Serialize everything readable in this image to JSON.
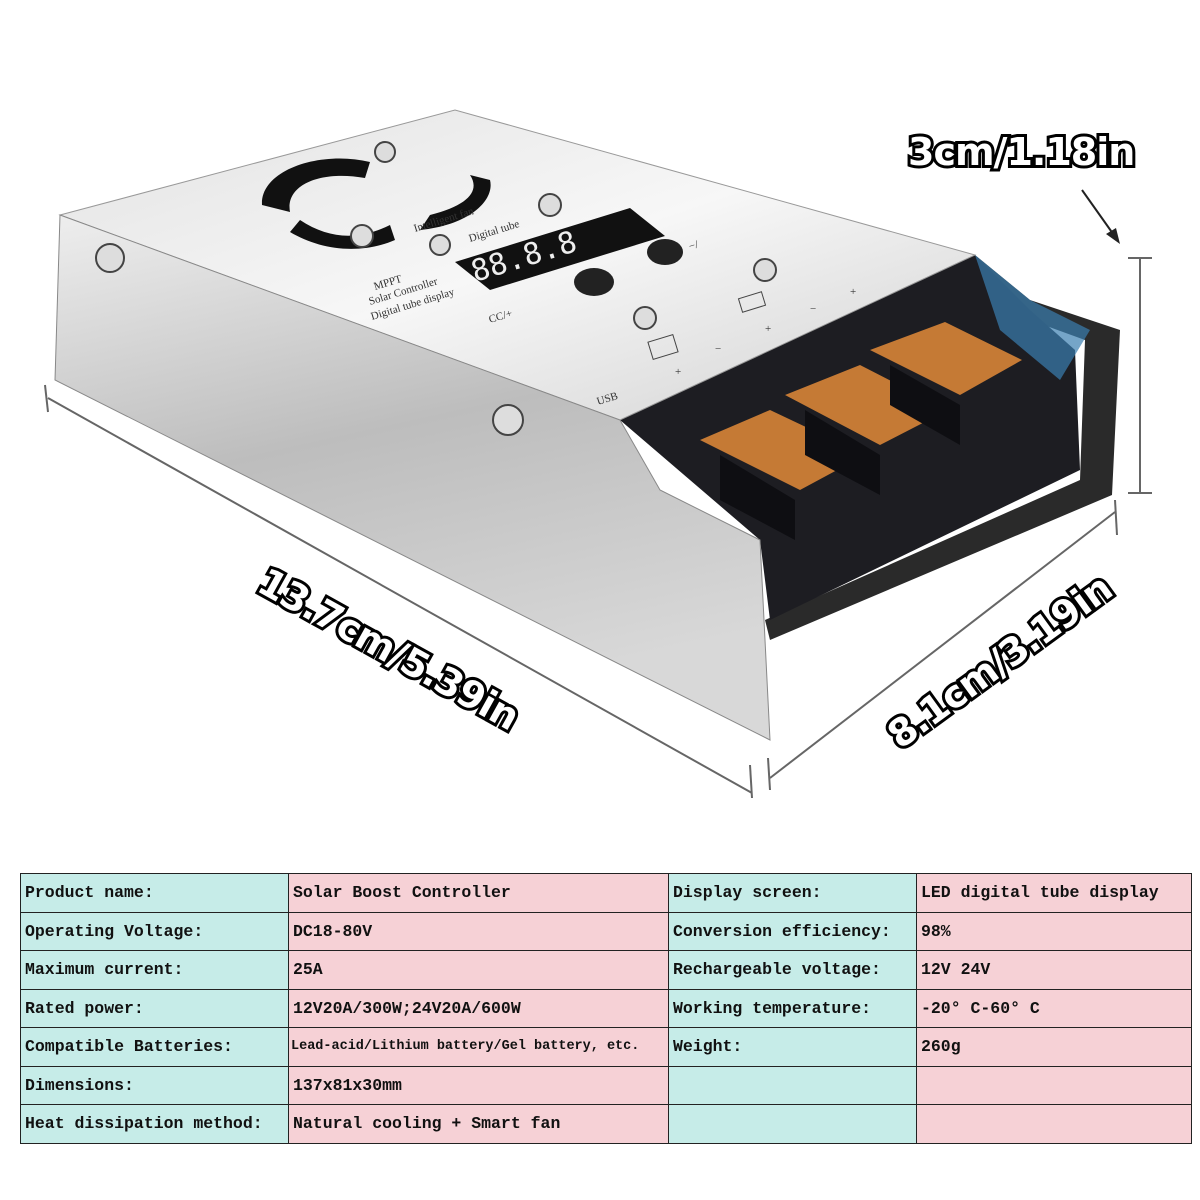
{
  "dimensions": {
    "height": "3cm/1.18in",
    "length": "13.7cm/5.39in",
    "width": "8.1cm/3.19in"
  },
  "device_labels": {
    "model": "MPPT",
    "name": "Solar Controller",
    "display": "Digital tube display",
    "fan": "Intelligent fan",
    "digital_tube": "Digital tube",
    "button_left": "CC/+",
    "button_right": "−/",
    "port": "USB",
    "digits": "88.8.8"
  },
  "specs": [
    {
      "label": "Product name:",
      "value": "Solar Boost Controller",
      "label2": "Display screen:",
      "value2": "LED digital tube display"
    },
    {
      "label": "Operating Voltage:",
      "value": "DC18-80V",
      "label2": "Conversion efficiency:",
      "value2": "98%"
    },
    {
      "label": "Maximum current:",
      "value": "25A",
      "label2": "Rechargeable voltage:",
      "value2": "12V 24V"
    },
    {
      "label": "Rated power:",
      "value": "12V20A/300W;24V20A/600W",
      "label2": "Working temperature:",
      "value2": "-20° C-60° C"
    },
    {
      "label": "Compatible Batteries:",
      "value": "Lead-acid/Lithium battery/Gel battery, etc.",
      "label2": "Weight:",
      "value2": "260g"
    },
    {
      "label": "Dimensions:",
      "value": "137x81x30mm",
      "label2": "",
      "value2": ""
    },
    {
      "label": "Heat dissipation method:",
      "value": "Natural cooling + Smart fan",
      "label2": "",
      "value2": ""
    }
  ],
  "colors": {
    "label_cell": "#c6ece8",
    "value_cell": "#f6d1d6",
    "led": "#f2f2f2",
    "terminal": "#c57a35"
  }
}
